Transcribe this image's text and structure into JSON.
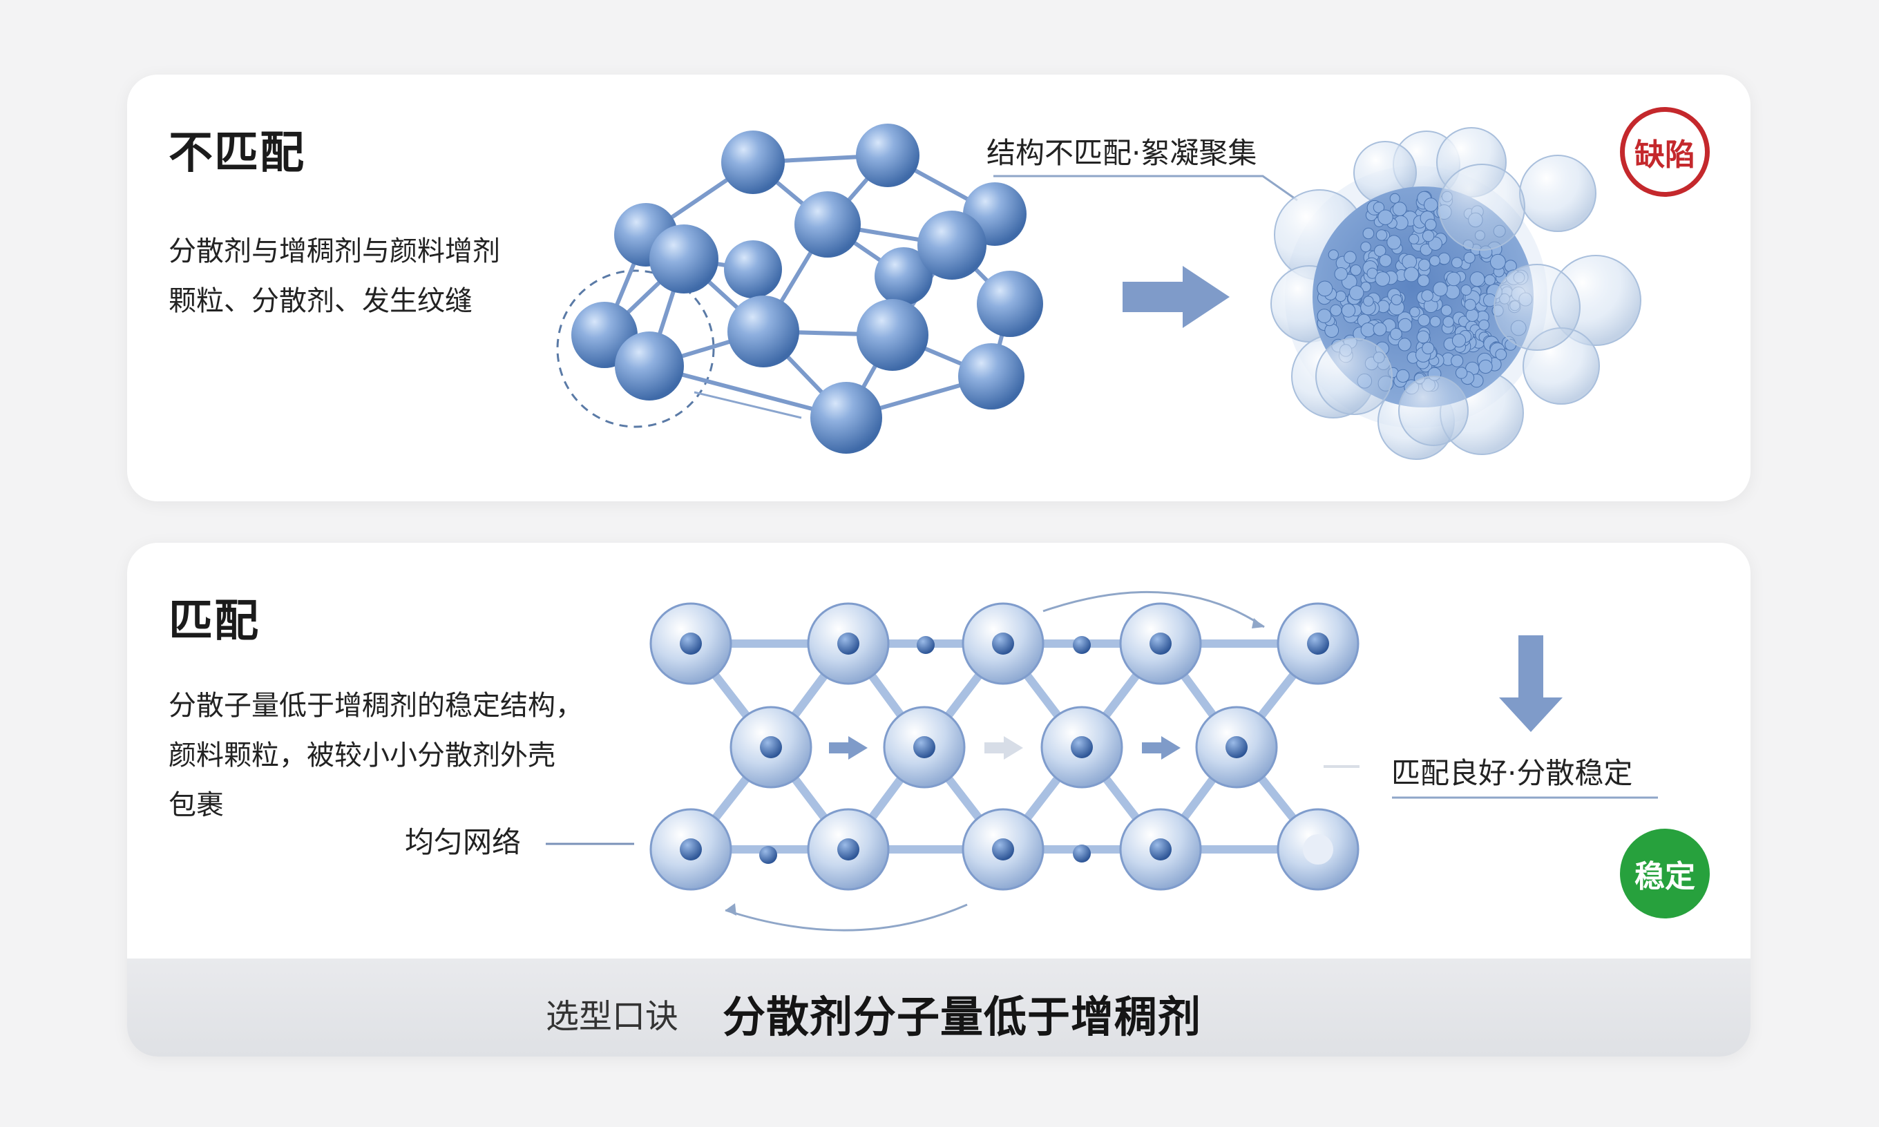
{
  "top": {
    "title": "不匹配",
    "desc_line1": "分散剂与增稠剂与颜料增剂",
    "desc_line2": "颗粒、分散剂、发生纹缝",
    "callout": "结构不匹配·絮凝聚集",
    "badge": "缺陷",
    "badge_color": "#c4282c"
  },
  "bottom": {
    "title": "匹配",
    "desc_line1": "分散子量低于增稠剂的稳定结构，",
    "desc_line2": "颜料颗粒，被较小小分散剂外壳",
    "desc_line3": "包裹",
    "network_label": "均匀网络",
    "callout": "匹配良好·分散稳定",
    "badge": "稳定",
    "badge_color": "#27a13d"
  },
  "footer": {
    "label": "选型口诀",
    "slogan": "分散剂分子量低于增稠剂"
  },
  "colors": {
    "sphere": "#6f97cf",
    "sphere_dark": "#3f6aa8",
    "bond": "#7b9acb",
    "arrow": "#7f9bc9"
  }
}
